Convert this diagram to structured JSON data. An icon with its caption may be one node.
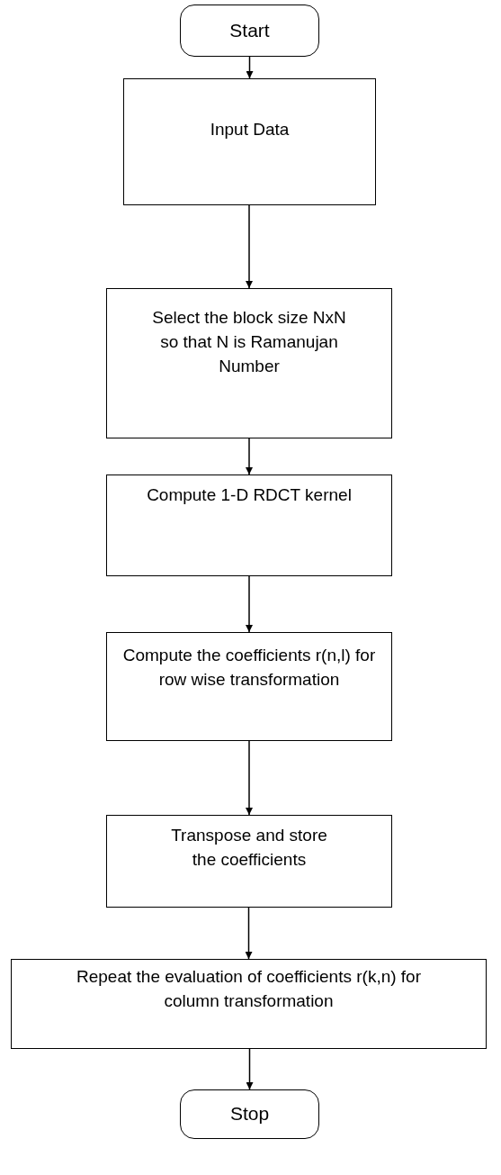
{
  "diagram": {
    "nodes": [
      {
        "text": [
          "Start"
        ]
      },
      {
        "text": [
          "Input Data"
        ]
      },
      {
        "text": [
          "Select the block size NxN so that N is Ramanujan Number"
        ]
      },
      {
        "text": [
          "Compute 1-D RDCT kernel"
        ]
      },
      {
        "text": [
          "Compute the coefficients r(n,l) for row wise transformation"
        ]
      },
      {
        "text": [
          "Transpose and store the coefficients"
        ]
      },
      {
        "text": [
          "Repeat the evaluation of coefficients r(k,n) for column transformation"
        ]
      },
      {
        "text": [
          "Stop"
        ]
      }
    ],
    "edges": [
      {
        "from": 0,
        "to": 1,
        "arrow": "to"
      },
      {
        "from": 1,
        "to": 2,
        "arrow": "to"
      },
      {
        "from": 2,
        "to": 3,
        "arrow": "to"
      },
      {
        "from": 3,
        "to": 4,
        "arrow": "to"
      },
      {
        "from": 4,
        "to": 5,
        "arrow": "to"
      },
      {
        "from": 5,
        "to": 6,
        "arrow": "to"
      },
      {
        "from": 6,
        "to": 7,
        "arrow": "to"
      }
    ]
  }
}
